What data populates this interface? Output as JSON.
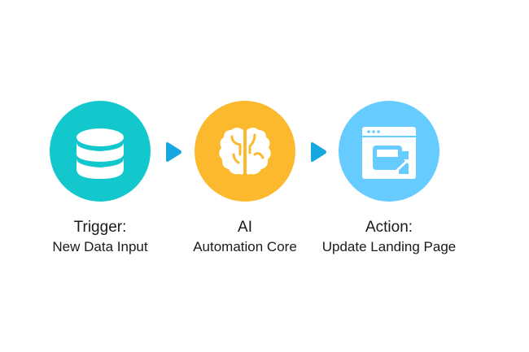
{
  "diagram": {
    "steps": [
      {
        "title": "Trigger:",
        "subtitle": "New Data Input",
        "icon": "database-icon",
        "color": "#13C8CC"
      },
      {
        "title": "AI",
        "subtitle": "Automation Core",
        "icon": "brain-icon",
        "color": "#FDB92E"
      },
      {
        "title": "Action:",
        "subtitle": "Update Landing Page",
        "icon": "webpage-edit-icon",
        "color": "#66CCFF"
      }
    ],
    "arrow_color": "#16A7E0",
    "connectors": [
      "arrow-right-icon",
      "arrow-right-icon"
    ]
  }
}
